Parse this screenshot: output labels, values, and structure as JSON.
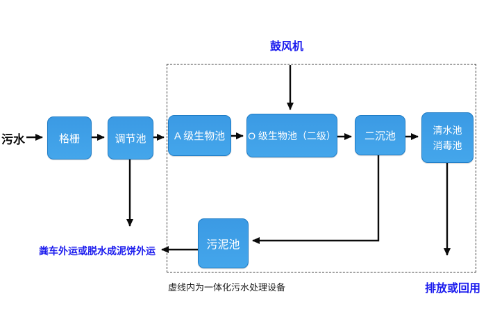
{
  "diagram": {
    "title_implicit": "",
    "influent_label": "污水",
    "blower_label": "鼓风机",
    "nodes": {
      "grille": {
        "label": "格栅"
      },
      "regulating_tank": {
        "label": "调节池"
      },
      "a_bio_tank": {
        "label": "A 级生物池"
      },
      "o_bio_tank": {
        "label": "O 级生物池（二级）"
      },
      "secondary_sedimentation_tank": {
        "label": "二沉池"
      },
      "clear_water_tank": {
        "label_line1": "清水池",
        "label_line2": "消毒池"
      },
      "sludge_tank": {
        "label": "污泥池"
      }
    },
    "outputs": {
      "sludge_disposal": "粪车外运或脱水成泥饼外运",
      "effluent": "排放或回用"
    },
    "dashed_box_caption": "虚线内为一体化污水处理设备",
    "edges": [
      {
        "from": "污水",
        "to": "格栅"
      },
      {
        "from": "格栅",
        "to": "调节池"
      },
      {
        "from": "调节池",
        "to": "A 级生物池"
      },
      {
        "from": "调节池",
        "to": "粪车外运或脱水成泥饼外运"
      },
      {
        "from": "A 级生物池",
        "to": "O 级生物池（二级）"
      },
      {
        "from": "鼓风机",
        "to": "O 级生物池（二级）"
      },
      {
        "from": "O 级生物池（二级）",
        "to": "二沉池"
      },
      {
        "from": "二沉池",
        "to": "清水池 消毒池"
      },
      {
        "from": "二沉池",
        "to": "污泥池"
      },
      {
        "from": "污泥池",
        "to": "粪车外运或脱水成泥饼外运"
      },
      {
        "from": "清水池 消毒池",
        "to": "排放或回用"
      }
    ],
    "colors": {
      "node_fill": "#3FA0E8",
      "node_border": "#1F7CC5",
      "accent_blue_text": "#1B1BEE",
      "arrow": "#0A0A0A",
      "background": "#FFFFFF"
    }
  }
}
